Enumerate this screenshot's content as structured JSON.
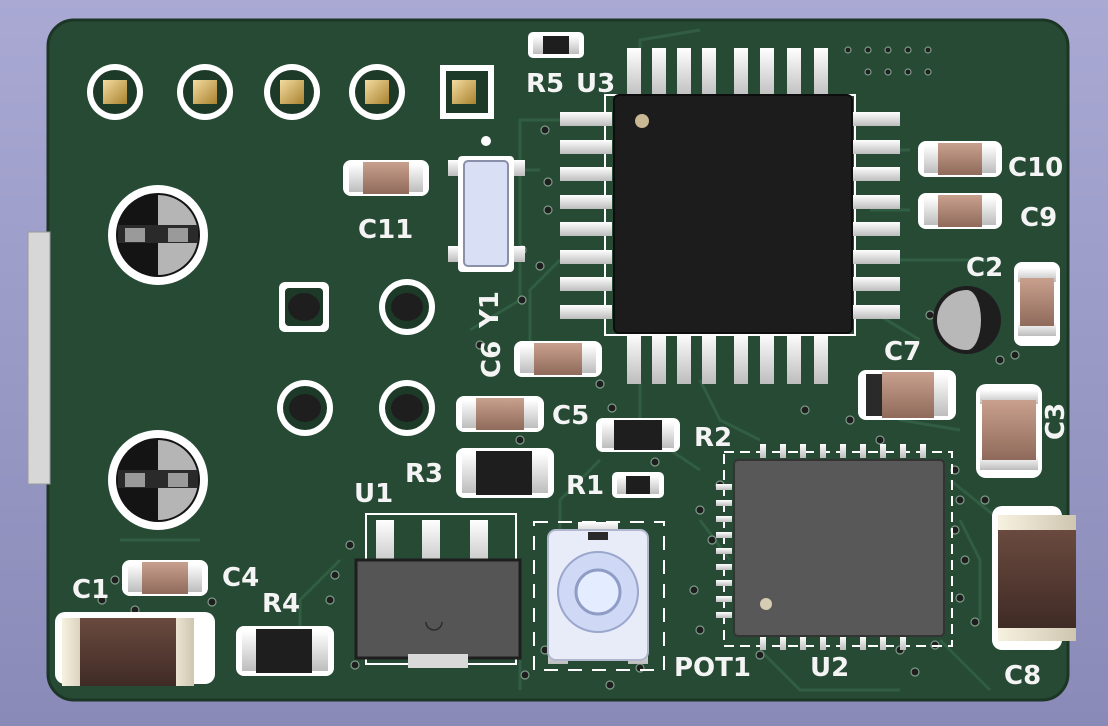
{
  "board": {
    "colors": {
      "background": "#9c9cc8",
      "pcb": "#274a35",
      "pcb_edge": "#1c3626",
      "trace": "#2f5a41",
      "silkscreen": "#f4f4f4",
      "pad": "#d9d9d9",
      "gold": "#c8a24a",
      "ic_body": "#1c1c1c",
      "qfn_body": "#555555",
      "cap_body": "#b08a78"
    },
    "labels": {
      "R5": "R5",
      "U3": "U3",
      "C10": "C10",
      "C9": "C9",
      "C2": "C2",
      "C11": "C11",
      "Y1": "Y1",
      "C6": "C6",
      "C7": "C7",
      "C5": "C5",
      "R2": "R2",
      "C3": "C3",
      "R3": "R3",
      "R1": "R1",
      "U1": "U1",
      "C4": "C4",
      "C1": "C1",
      "R4": "R4",
      "POT1": "POT1",
      "U2": "U2",
      "C8": "C8"
    }
  }
}
